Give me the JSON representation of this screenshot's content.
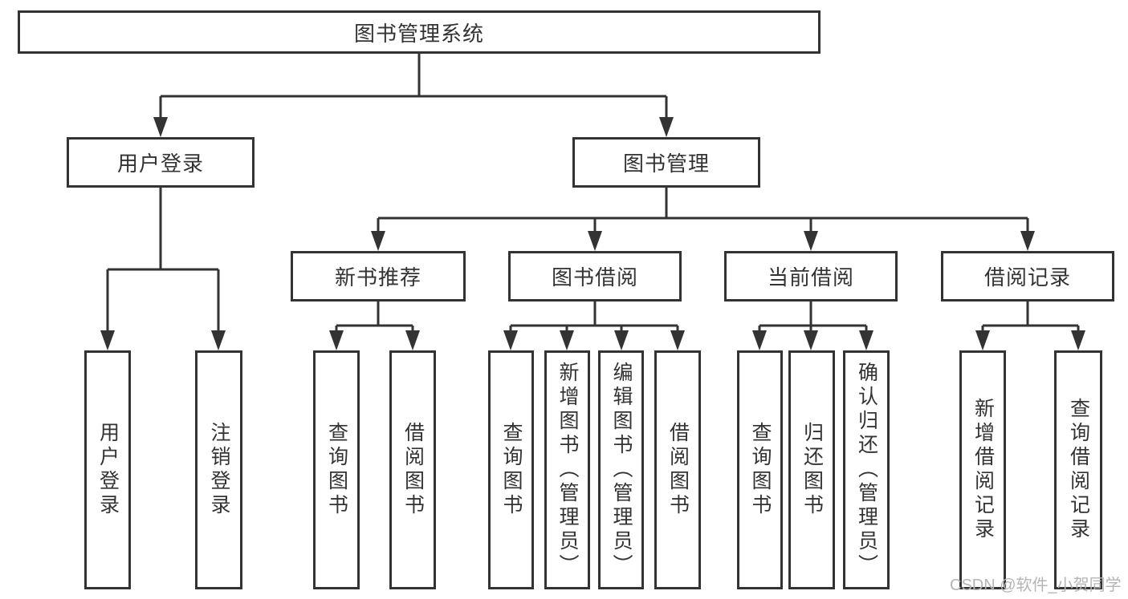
{
  "colors": {
    "line": "#333333",
    "text": "#333333",
    "watermark": "#b5b5b5",
    "bg": "#ffffff"
  },
  "diagram_type": "hierarchy-tree",
  "tree": {
    "label": "图书管理系统",
    "children": [
      {
        "label": "用户登录",
        "children": [
          {
            "label": "用户登录"
          },
          {
            "label": "注销登录"
          }
        ]
      },
      {
        "label": "图书管理",
        "children": [
          {
            "label": "新书推荐",
            "children": [
              {
                "label": "查询图书"
              },
              {
                "label": "借阅图书"
              }
            ]
          },
          {
            "label": "图书借阅",
            "children": [
              {
                "label": "查询图书"
              },
              {
                "label": "新增图书（管理员）"
              },
              {
                "label": "编辑图书（管理员）"
              },
              {
                "label": "借阅图书"
              }
            ]
          },
          {
            "label": "当前借阅",
            "children": [
              {
                "label": "查询图书"
              },
              {
                "label": "归还图书"
              },
              {
                "label": "确认归还（管理员）"
              }
            ]
          },
          {
            "label": "借阅记录",
            "children": [
              {
                "label": "新增借阅记录"
              },
              {
                "label": "查询借阅记录"
              }
            ]
          }
        ]
      }
    ]
  },
  "watermark": {
    "text": "CSDN @软件_小贺同学"
  }
}
